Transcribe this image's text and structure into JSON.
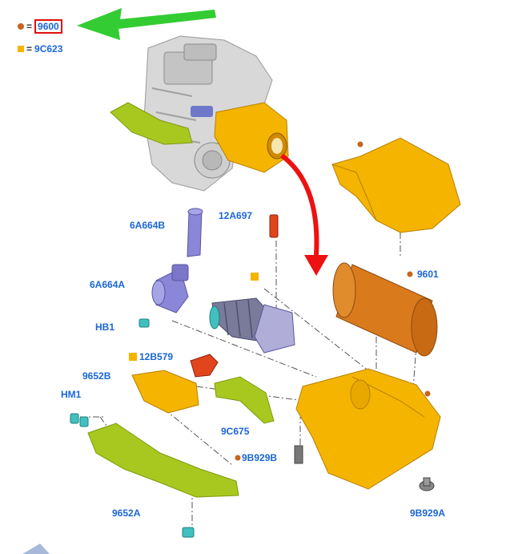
{
  "legend": {
    "items": [
      {
        "symbol": "dot",
        "color": "#c8641e",
        "equals": "=",
        "code": "9600",
        "highlighted": true
      },
      {
        "symbol": "square",
        "color": "#f5b400",
        "equals": "=",
        "code": "9C623",
        "highlighted": false
      }
    ]
  },
  "parts": {
    "p6A664B": "6A664B",
    "p12A697": "12A697",
    "p6A664A": "6A664A",
    "pHB1": "HB1",
    "p12B579": "12B579",
    "p9652B": "9652B",
    "pHM1": "HM1",
    "p9C675": "9C675",
    "p9B929B": "9B929B",
    "p9652A": "9652A",
    "p9601": "9601",
    "p9B929A": "9B929A"
  },
  "colors": {
    "label_blue": "#1a66d6",
    "orange_part": "#f5b400",
    "filter_orange": "#d97a1c",
    "green_duct": "#a8c820",
    "purple_part": "#8a86d8",
    "red_part": "#e0451c",
    "arrow_green": "#33cc33",
    "arrow_red": "#ee1111",
    "marker_brown": "#c8641e"
  }
}
